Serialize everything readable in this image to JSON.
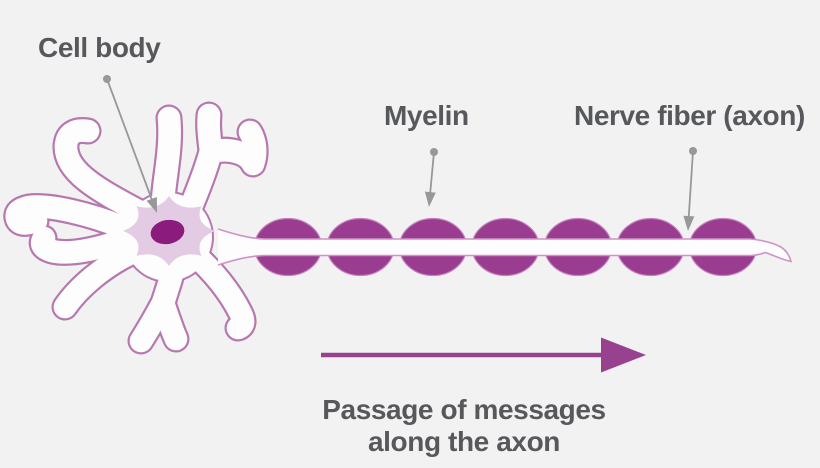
{
  "labels": {
    "cell_body": "Cell body",
    "myelin": "Myelin",
    "nerve_fiber": "Nerve fiber (axon)",
    "caption_line1": "Passage of messages",
    "caption_line2": "along the axon"
  },
  "diagram": {
    "type": "neuron-anatomy",
    "myelin_segment_count": 7
  },
  "colors": {
    "background": "#f2f2f2",
    "label-text": "#57585b",
    "leader-gray": "#96989a",
    "dendrite-outline": "#b678ae",
    "neuron-fill": "#fdfdfe",
    "soma-fill": "#e3cce3",
    "nucleus": "#8c1b7e",
    "myelin": "#9a3d90",
    "myelin-rim": "#c681be",
    "axon-outline": "#cf93c6",
    "arrow-purple": "#98418f"
  }
}
